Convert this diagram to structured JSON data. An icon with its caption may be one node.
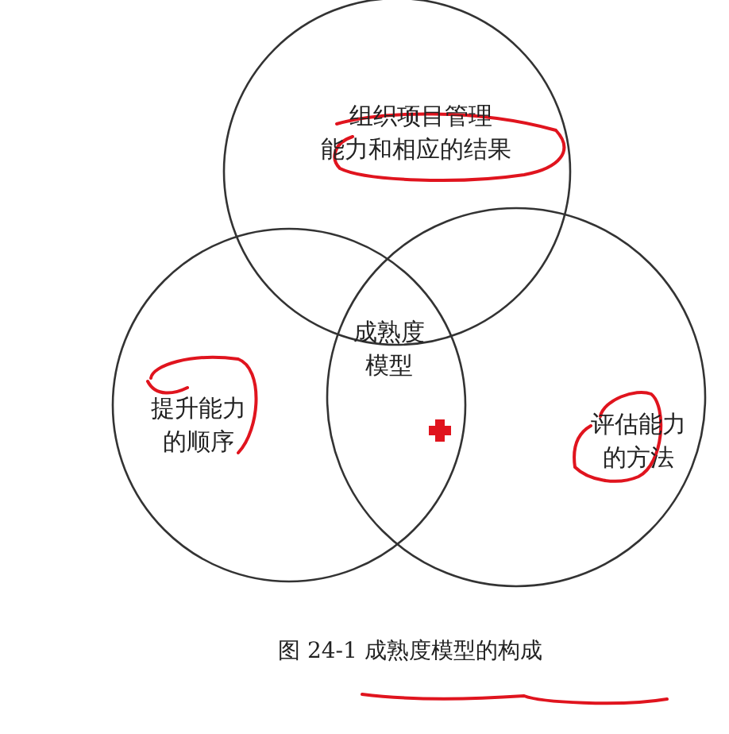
{
  "diagram": {
    "caption": "图 24-1 成熟度模型的构成",
    "nodes": [
      {
        "text": [
          "组织项目管理能力和相应的结果"
        ]
      },
      {
        "text": [
          "提升能力的顺序"
        ]
      },
      {
        "text": [
          "评估能力的方法"
        ]
      }
    ],
    "labels": [
      "成熟度模型"
    ]
  }
}
